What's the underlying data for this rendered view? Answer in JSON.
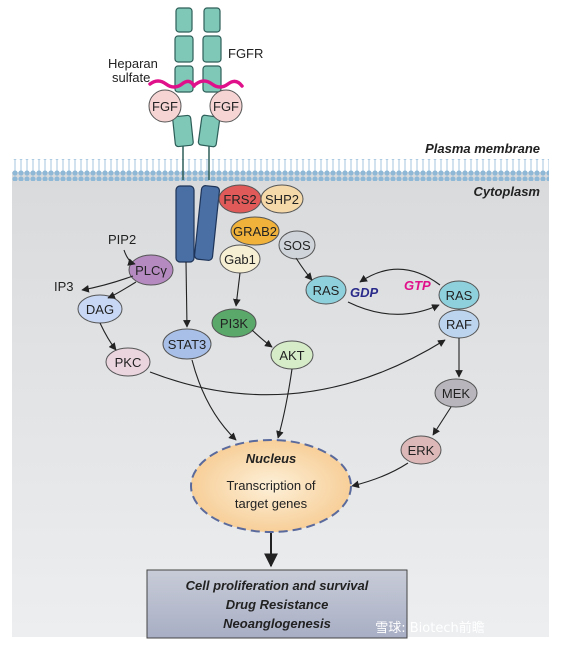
{
  "labels": {
    "fgfr": "FGFR",
    "heparan_line1": "Heparan",
    "heparan_line2": "sulfate",
    "fgf_left": "FGF",
    "fgf_right": "FGF",
    "plasma_membrane": "Plasma membrane",
    "cytoplasm": "Cytoplasm"
  },
  "nodes": {
    "frs2": "FRS2",
    "shp2": "SHP2",
    "grab2": "GRAB2",
    "sos": "SOS",
    "gab1": "Gab1",
    "pip2": "PIP2",
    "plcg": "PLCγ",
    "ip3": "IP3",
    "dag": "DAG",
    "pkc": "PKC",
    "stat3": "STAT3",
    "pi3k": "PI3K",
    "akt": "AKT",
    "ras_gdp": "RAS",
    "gdp": "GDP",
    "gtp": "GTP",
    "ras_gtp": "RAS",
    "raf": "RAF",
    "mek": "MEK",
    "erk": "ERK"
  },
  "nucleus": {
    "title": "Nucleus",
    "line1": "Transcription of",
    "line2": "target genes"
  },
  "outcome": {
    "line1": "Cell proliferation and survival",
    "line2": "Drug Resistance",
    "line3": "Neoanglogenesis"
  },
  "watermark": "雪球: Biotech前瞻",
  "colors": {
    "receptor_ecd": "#7fc8b8",
    "receptor_tm": "#4a6fa5",
    "membrane": "#bcd6e6",
    "cytoplasm_bg": "#e4e6e8",
    "gtp": "#e0108a",
    "gdp": "#2a2a8a",
    "heparan": "#e0108a"
  }
}
